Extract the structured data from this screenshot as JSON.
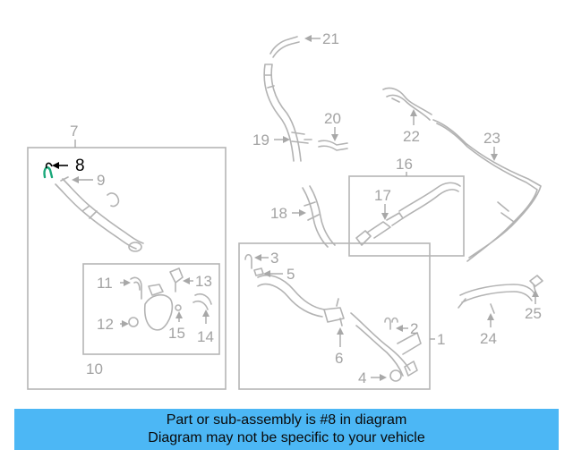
{
  "callouts": [
    {
      "id": "c1",
      "text": "1"
    },
    {
      "id": "c2",
      "text": "2"
    },
    {
      "id": "c3",
      "text": "3"
    },
    {
      "id": "c4",
      "text": "4"
    },
    {
      "id": "c5",
      "text": "5"
    },
    {
      "id": "c6",
      "text": "6"
    },
    {
      "id": "c7",
      "text": "7"
    },
    {
      "id": "c8",
      "text": "8"
    },
    {
      "id": "c9",
      "text": "9"
    },
    {
      "id": "c10",
      "text": "10"
    },
    {
      "id": "c11",
      "text": "11"
    },
    {
      "id": "c12",
      "text": "12"
    },
    {
      "id": "c13",
      "text": "13"
    },
    {
      "id": "c14",
      "text": "14"
    },
    {
      "id": "c15",
      "text": "15"
    },
    {
      "id": "c16",
      "text": "16"
    },
    {
      "id": "c17",
      "text": "17"
    },
    {
      "id": "c18",
      "text": "18"
    },
    {
      "id": "c19",
      "text": "19"
    },
    {
      "id": "c20",
      "text": "20"
    },
    {
      "id": "c21",
      "text": "21"
    },
    {
      "id": "c22",
      "text": "22"
    },
    {
      "id": "c23",
      "text": "23"
    },
    {
      "id": "c24",
      "text": "24"
    },
    {
      "id": "c25",
      "text": "25"
    }
  ],
  "highlighted_part": "8",
  "colors": {
    "banner": "#4cb7f5",
    "highlight_part": "#1aa87a",
    "line": "#b3b3b3"
  },
  "banner": {
    "line1": "Part or sub-assembly is #8 in diagram",
    "line2": "Diagram may not be specific to your vehicle"
  }
}
